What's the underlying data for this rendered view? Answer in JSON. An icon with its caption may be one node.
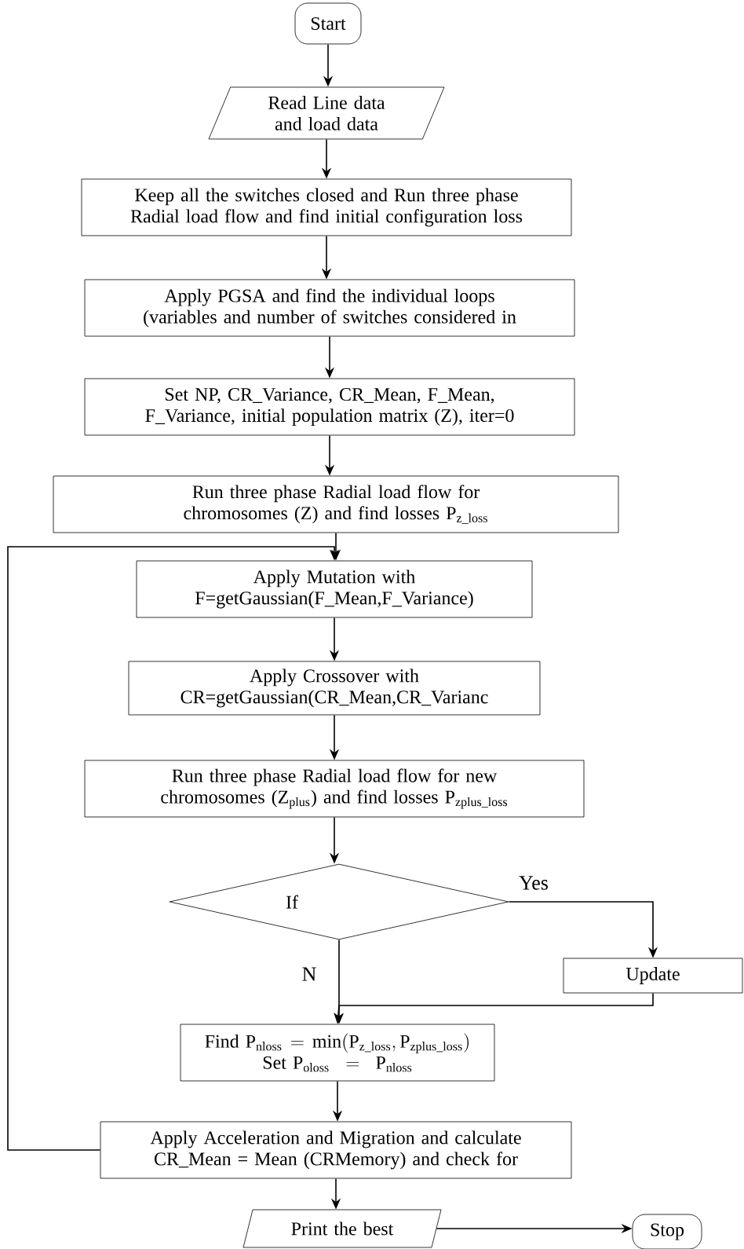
{
  "diagram": {
    "nodes": [
      {
        "text": [
          "Start"
        ]
      },
      {
        "text": [
          "Read Line data and load data"
        ]
      },
      {
        "text": [
          "Keep all the switches closed and Run three phase Radial load flow and find initial configuration loss"
        ]
      },
      {
        "text": [
          "Apply PGSA and find the individual loops (variables and number of switches considered in"
        ]
      },
      {
        "text": [
          "Set NP, CR_Variance, CR_Mean, F_Mean, F_Variance, initial population matrix (Z), iter=0"
        ]
      },
      {
        "text": [
          "Run three phase Radial load flow for chromosomes (Z) and find losses",
          "\\mathrm{P}_{\\mathrm{z\\_loss}}"
        ]
      },
      {
        "text": [
          "Apply Mutation with F=getGaussian(F_Mean,F_Variance)"
        ]
      },
      {
        "text": [
          "Apply Crossover with CR=getGaussian(CR_Mean,CR_Varianc"
        ]
      },
      {
        "text": [
          "Run three phase Radial load flow for new chromosomes (Z$_{plus}$) and find losses",
          "\\mathrm{P}_{\\mathrm{zplus\\_loss}}"
        ]
      },
      {
        "text": [
          "If"
        ]
      },
      {
        "text": [
          "Update"
        ]
      },
      {
        "text": [
          "\\text{Find }\\mathrm{P}_{\\mathrm{nloss}}=\\mathrm{min}(\\mathrm{P}_{\\mathrm{z\\_loss}},\\mathrm{P}_{\\mathrm{zplus\\_loss}})",
          "\\text{Set }\\mathrm{P}_{\\mathrm{oloss}}=\\mathrm{P}_{\\mathrm{nloss}}"
        ]
      },
      {
        "text": [
          "Apply Acceleration and Migration and calculate CR_Mean = Mean (CRMemory) and check for"
        ]
      },
      {
        "text": [
          "Print the best"
        ]
      },
      {
        "text": [
          "Stop"
        ]
      }
    ],
    "edges": [
      {
        "from": 0,
        "to": 1,
        "arrow": "to"
      },
      {
        "from": 1,
        "to": 2,
        "arrow": "to"
      },
      {
        "from": 2,
        "to": 3,
        "arrow": "to"
      },
      {
        "from": 3,
        "to": 4,
        "arrow": "to"
      },
      {
        "from": 4,
        "to": 5,
        "arrow": "to"
      },
      {
        "from": 5,
        "to": 6,
        "arrow": "to"
      },
      {
        "from": 6,
        "to": 7,
        "arrow": "to"
      },
      {
        "from": 7,
        "to": 8,
        "arrow": "to"
      },
      {
        "from": 8,
        "to": 9,
        "arrow": "to"
      },
      {
        "from": 9,
        "to": 10,
        "label": "Yes",
        "arrow": "to"
      },
      {
        "from": 9,
        "to": 11,
        "label": "N",
        "arrow": "to"
      },
      {
        "from": 10,
        "to": 11,
        "arrow": "to"
      },
      {
        "from": 11,
        "to": 12,
        "arrow": "to"
      },
      {
        "from": 12,
        "to": 6,
        "arrow": "to"
      },
      {
        "from": 12,
        "to": 13,
        "arrow": "to"
      },
      {
        "from": 13,
        "to": 14,
        "arrow": "to"
      }
    ]
  }
}
